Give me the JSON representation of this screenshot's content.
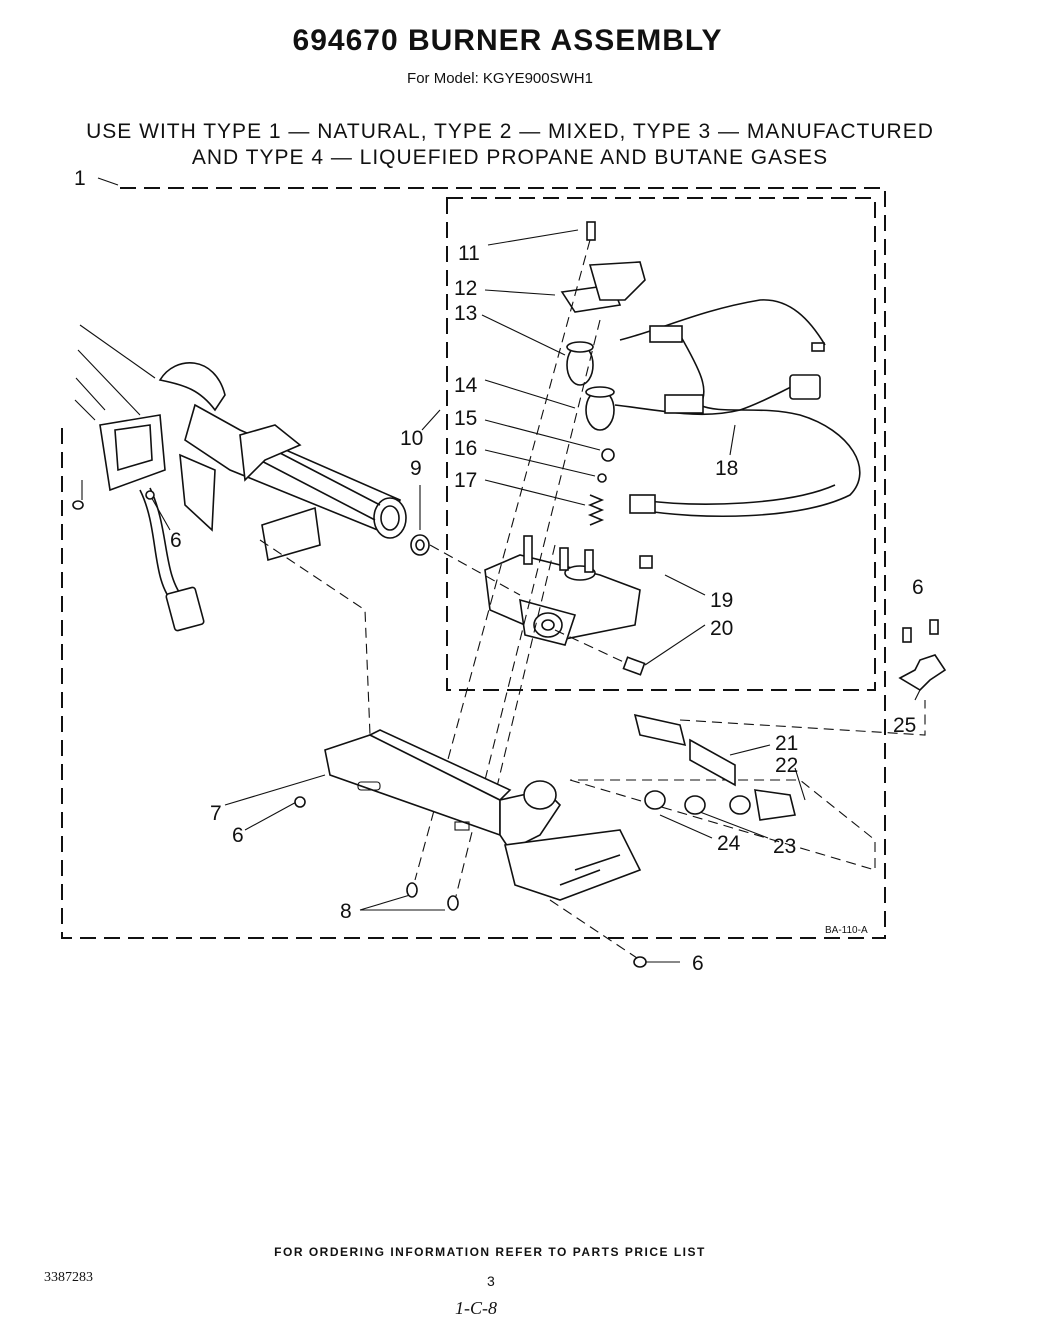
{
  "header": {
    "title": "694670 BURNER ASSEMBLY",
    "model": "For Model: KGYE900SWH1",
    "gas_line_1": "USE WITH TYPE 1 — NATURAL, TYPE 2 — MIXED, TYPE 3 — MANUFACTURED",
    "gas_line_2": "AND TYPE 4 — LIQUEFIED PROPANE AND BUTANE GASES"
  },
  "callouts": {
    "c1": "1",
    "c6a": "6",
    "c6b": "6",
    "c6c": "6",
    "c6d": "6",
    "c7": "7",
    "c8": "8",
    "c9": "9",
    "c10": "10",
    "c11": "11",
    "c12": "12",
    "c13": "13",
    "c14": "14",
    "c15": "15",
    "c16": "16",
    "c17": "17",
    "c18": "18",
    "c19": "19",
    "c20": "20",
    "c21": "21",
    "c22": "22",
    "c23": "23",
    "c24": "24",
    "c25": "25"
  },
  "diagram_code": "BA-110-A",
  "footer": {
    "note": "FOR ORDERING INFORMATION REFER TO PARTS PRICE LIST",
    "doc_number": "3387283",
    "page_number": "3",
    "handwritten": "1-C-8"
  }
}
